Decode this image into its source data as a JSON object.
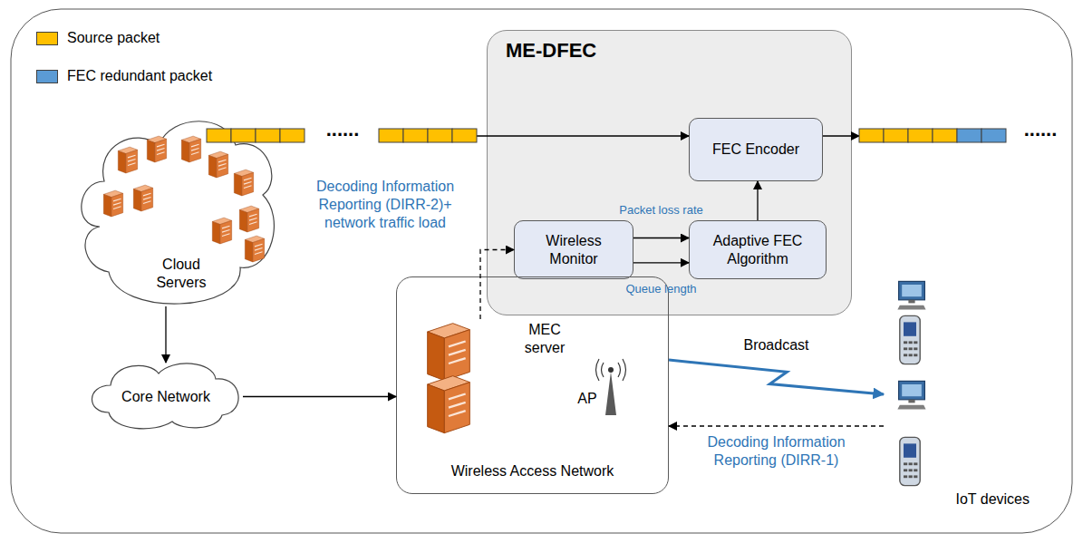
{
  "diagram": {
    "nodes": [
      {
        "text": [
          "ME-DFEC"
        ]
      },
      {
        "text": [
          "FEC Encoder"
        ],
        "in": 0
      },
      {
        "text": [
          "Wireless Monitor"
        ],
        "in": 0
      },
      {
        "text": [
          "Adaptive FEC Algorithm"
        ],
        "in": 0
      },
      {
        "text": [
          "Cloud Servers"
        ]
      },
      {
        "text": [
          "Core Network"
        ]
      },
      {
        "text": [
          "Wireless Access Network"
        ]
      },
      {
        "text": [
          "MEC server"
        ],
        "in": 6
      },
      {
        "text": [
          "IoT devices"
        ]
      }
    ],
    "edges": [
      {
        "from": 4,
        "to": 5,
        "arrow": "to"
      },
      {
        "from": 5,
        "to": 6,
        "arrow": "to"
      },
      {
        "from": 7,
        "to": 2,
        "arrow": "to",
        "label": "Decoding Information Reporting (DIRR-2)+ network traffic load"
      },
      {
        "from": 2,
        "to": 3,
        "arrow": "to",
        "label": "Packet loss rate"
      },
      {
        "from": 2,
        "to": 3,
        "arrow": "to",
        "label": "Queue length"
      },
      {
        "from": 3,
        "to": 1,
        "arrow": "to"
      },
      {
        "from": 6,
        "to": 8,
        "arrow": "to",
        "label": "Broadcast"
      },
      {
        "from": 8,
        "to": 6,
        "arrow": "to",
        "label": "Decoding Information Reporting (DIRR-1)"
      }
    ],
    "labels": [
      "......",
      "......",
      "AP"
    ],
    "legend": [
      {
        "text": "Source packet",
        "color": "#ffc000"
      },
      {
        "text": "FEC redundant packet",
        "color": "#5b9bd5"
      }
    ]
  }
}
